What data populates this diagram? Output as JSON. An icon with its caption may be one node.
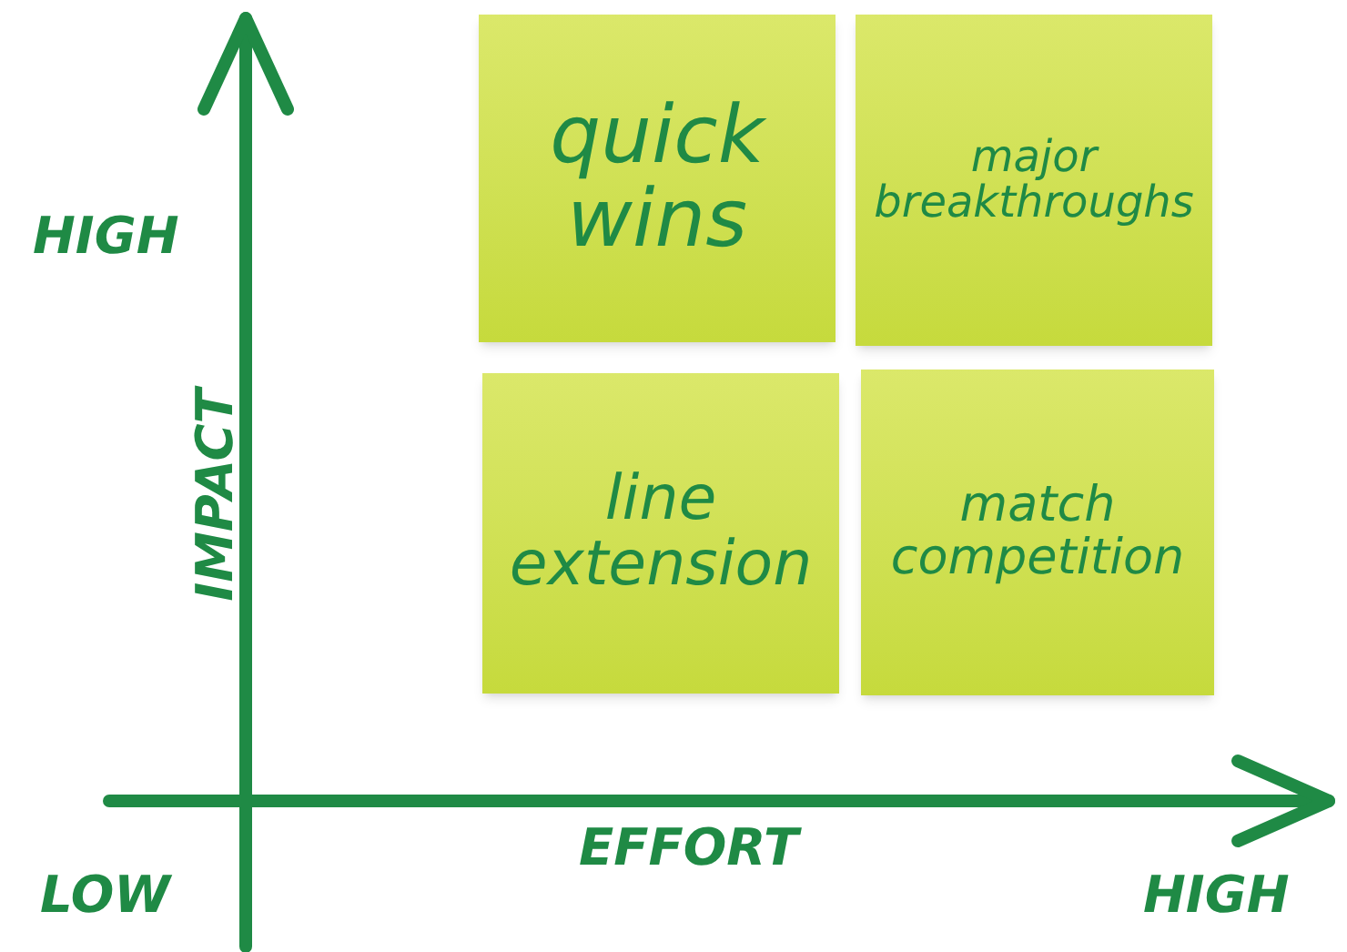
{
  "diagram": {
    "nodes": [
      {
        "text": [
          "quick wins"
        ]
      },
      {
        "text": [
          "major breakthroughs"
        ]
      },
      {
        "text": [
          "line extension"
        ]
      },
      {
        "text": [
          "match competition"
        ]
      }
    ],
    "labels": [
      "HIGH",
      "IMPACT",
      "LOW",
      "EFFORT",
      "HIGH"
    ]
  }
}
